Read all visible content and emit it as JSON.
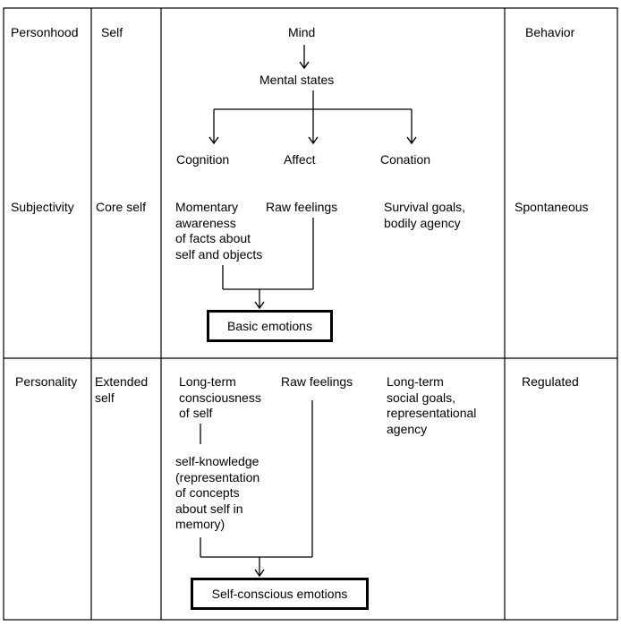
{
  "headers": {
    "personhood": "Personhood",
    "self": "Self",
    "mind": "Mind",
    "behavior": "Behavior"
  },
  "mind_tree": {
    "mental_states": "Mental states",
    "cognition": "Cognition",
    "affect": "Affect",
    "conation": "Conation"
  },
  "row_subjectivity": {
    "personhood": "Subjectivity",
    "self": "Core self",
    "cognition": "Momentary\nawareness\nof facts about\nself and objects",
    "affect": "Raw feelings",
    "conation": "Survival goals,\nbodily agency",
    "result": "Basic emotions",
    "behavior": "Spontaneous"
  },
  "row_personality": {
    "personhood": "Personality",
    "self": "Extended\nself",
    "cognition": "Long-term\nconsciousness\nof self",
    "self_knowledge": "self-knowledge\n(representation\nof concepts\nabout self in\nmemory)",
    "affect": "Raw feelings",
    "conation": "Long-term\nsocial goals,\n representational\nagency",
    "result": "Self-conscious emotions",
    "behavior": "Regulated"
  }
}
